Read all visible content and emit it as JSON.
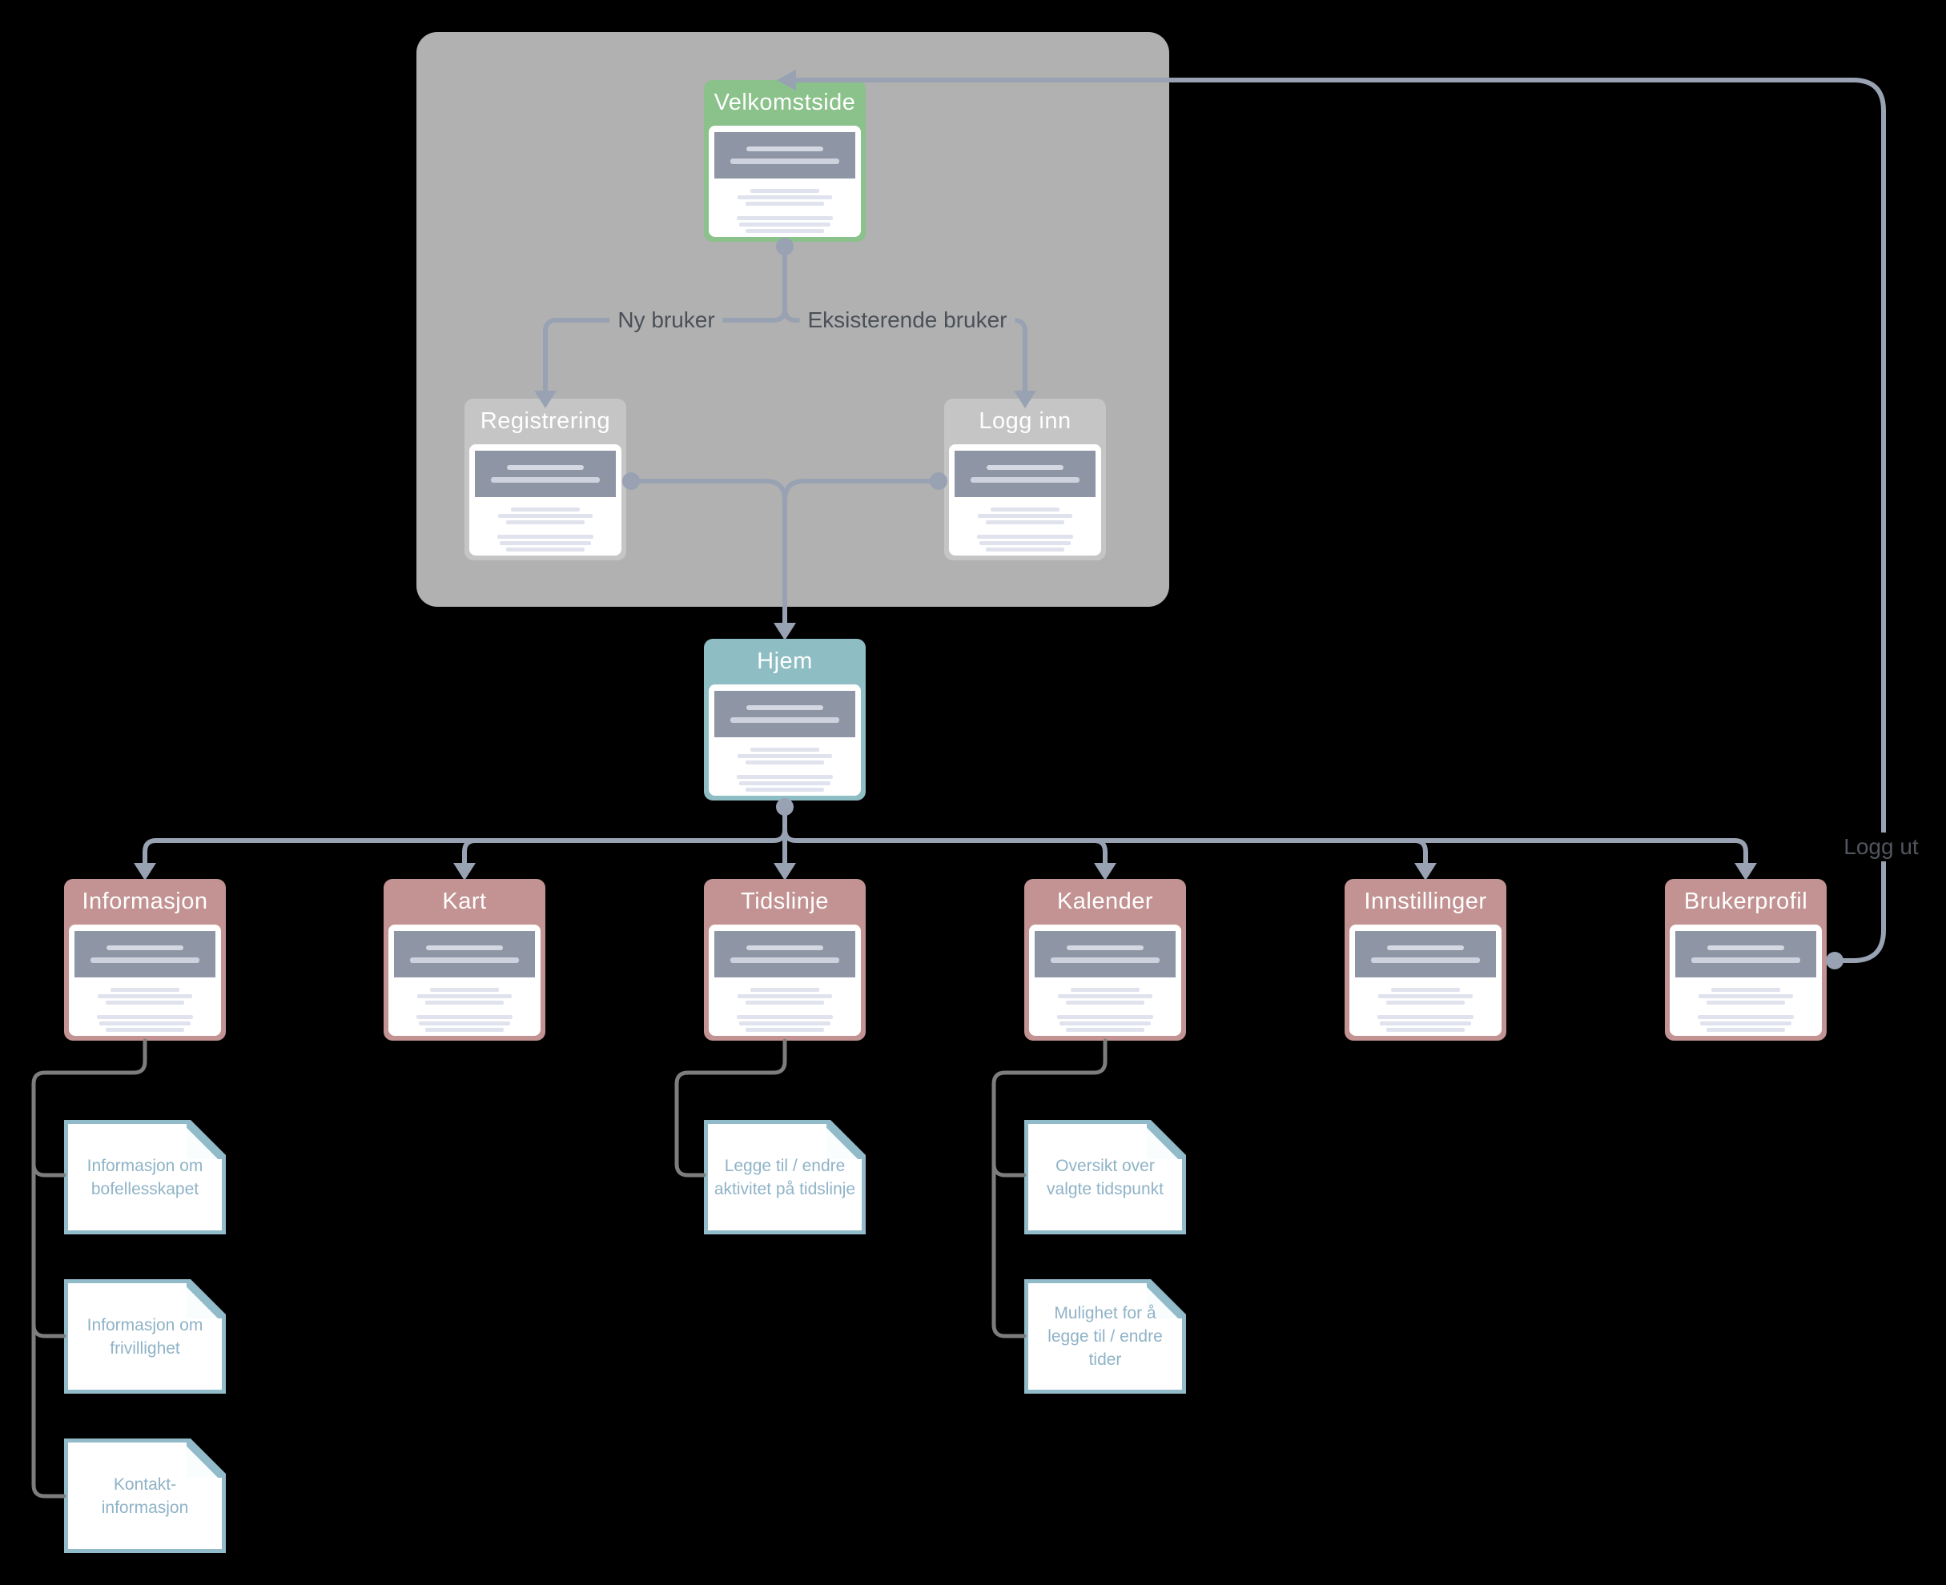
{
  "colors": {
    "canvas-bg": "#000000",
    "container-bg": "#b1b1b1",
    "green": "#8bc18a",
    "teal": "#8ebdc3",
    "rose": "#c29392",
    "gray-node": "#c5c5c5",
    "node-title-text": "#ffffff",
    "connector": "#98a2b2",
    "note-connector": "#7d7d7d",
    "note-border": "#92bbc9",
    "note-text": "#8fb3c7",
    "edge-label-text": "#4b5058",
    "skeleton-hero": "#8e96a5",
    "skeleton-hero-line": "#d4d8e2",
    "skeleton-line": "#e0e3ee"
  },
  "diagram": {
    "nodes": {
      "velkomstside": {
        "title": "Velkomstside"
      },
      "registrering": {
        "title": "Registrering"
      },
      "logg_inn": {
        "title": "Logg inn"
      },
      "hjem": {
        "title": "Hjem"
      },
      "informasjon": {
        "title": "Informasjon"
      },
      "kart": {
        "title": "Kart"
      },
      "tidslinje": {
        "title": "Tidslinje"
      },
      "kalender": {
        "title": "Kalender"
      },
      "innstillinger": {
        "title": "Innstillinger"
      },
      "brukerprofil": {
        "title": "Brukerprofil"
      }
    },
    "notes": {
      "info_bofellesskapet": {
        "text": "Informasjon om bofellesskapet"
      },
      "info_frivillighet": {
        "text": "Informasjon om frivillighet"
      },
      "kontaktinformasjon": {
        "text": "Kontakt-informasjon"
      },
      "tidslinje_note": {
        "text": "Legge til / endre aktivitet på tidslinje"
      },
      "kalender_note_1": {
        "text": "Oversikt over valgte tidspunkt"
      },
      "kalender_note_2": {
        "text": "Mulighet for å legge til / endre tider"
      }
    },
    "edge_labels": {
      "ny_bruker": "Ny bruker",
      "eksisterende_bruker": "Eksisterende bruker",
      "logg_ut": "Logg ut"
    }
  }
}
